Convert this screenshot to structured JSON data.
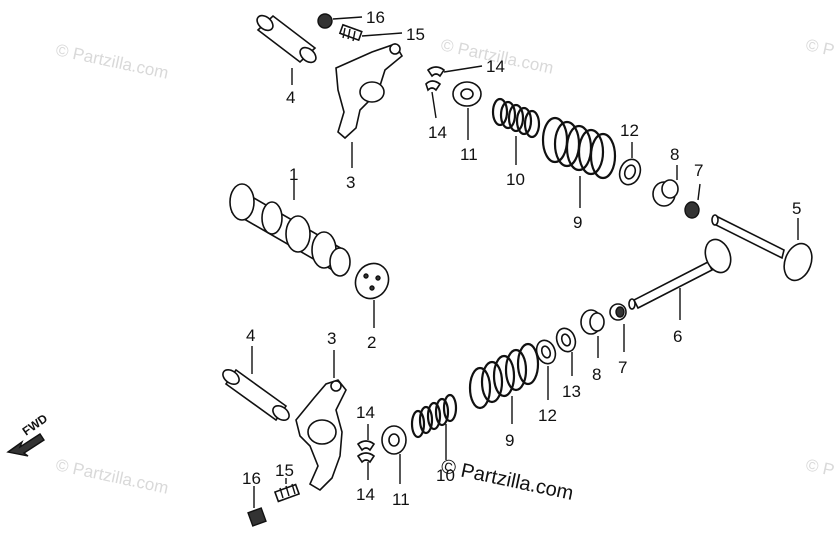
{
  "watermark": {
    "text": "© Partzilla.com"
  },
  "brand": {
    "text": "© Partzilla.com"
  },
  "direction": {
    "label": "FWD"
  },
  "callouts": {
    "c1": "1",
    "c2": "2",
    "c3a": "3",
    "c3b": "3",
    "c4a": "4",
    "c4b": "4",
    "c5": "5",
    "c6": "6",
    "c7a": "7",
    "c7b": "7",
    "c8a": "8",
    "c8b": "8",
    "c9a": "9",
    "c9b": "9",
    "c10a": "10",
    "c10b": "10",
    "c11a": "11",
    "c11b": "11",
    "c12a": "12",
    "c12b": "12",
    "c13": "13",
    "c14a": "14",
    "c14b": "14",
    "c14c": "14",
    "c14d": "14",
    "c15a": "15",
    "c15b": "15",
    "c16a": "16",
    "c16b": "16"
  }
}
